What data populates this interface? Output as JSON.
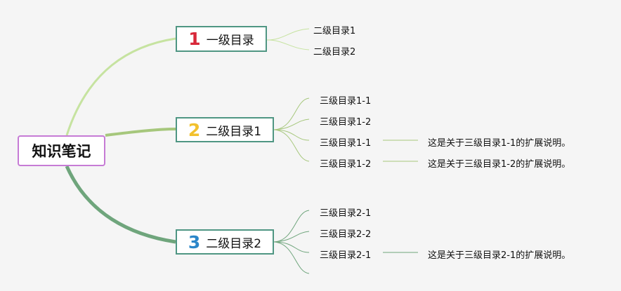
{
  "root": {
    "label": "知识笔记"
  },
  "branches": [
    {
      "number": "1",
      "numberColor": "#d8283a",
      "label": "一级目录",
      "children": [
        {
          "label": "二级目录1"
        },
        {
          "label": "二级目录2"
        }
      ]
    },
    {
      "number": "2",
      "numberColor": "#f2c12e",
      "label": "二级目录1",
      "children": [
        {
          "label": "三级目录1-1"
        },
        {
          "label": "三级目录1-2"
        },
        {
          "label": "三级目录1-1",
          "note": "这是关于三级目录1-1的扩展说明。"
        },
        {
          "label": "三级目录1-2",
          "note": "这是关于三级目录1-2的扩展说明。"
        }
      ]
    },
    {
      "number": "3",
      "numberColor": "#2b86c9",
      "label": "二级目录2",
      "children": [
        {
          "label": "三级目录2-1"
        },
        {
          "label": "三级目录2-2"
        },
        {
          "label": "三级目录2-1",
          "note": "这是关于三级目录2-1的扩展说明。"
        }
      ]
    }
  ],
  "colors": {
    "rootBorder": "#c67bd5",
    "topicBorder": "#4f9683",
    "branch1": "#c6e3a0",
    "branch2": "#a6c77c",
    "branch3": "#6fa57c"
  }
}
